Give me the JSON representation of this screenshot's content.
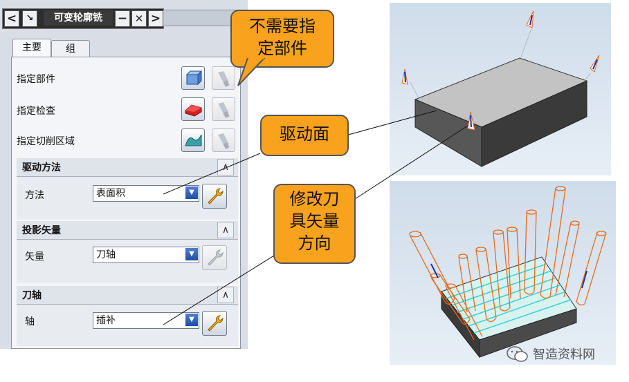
{
  "window": {
    "title": "可变轮廓铣",
    "nav_left": "<",
    "nav_right": ">",
    "pin_icon": "pin-icon",
    "minimize": "−",
    "close": "✕"
  },
  "tabs": [
    {
      "label": "主要",
      "active": true
    },
    {
      "label": "组",
      "active": false
    }
  ],
  "geometry_rows": [
    {
      "label": "指定部件",
      "icon": "part-icon",
      "icon_color": "#6ea0e0"
    },
    {
      "label": "指定检查",
      "icon": "check-icon",
      "icon_color": "#d32020"
    },
    {
      "label": "指定切削区域",
      "icon": "cut-area-icon",
      "icon_color": "#3aa0a8"
    }
  ],
  "sections": {
    "drive": {
      "title": "驱动方法",
      "field_label": "方法",
      "value": "表面积"
    },
    "projection": {
      "title": "投影矢量",
      "field_label": "矢量",
      "value": "刀轴"
    },
    "tool_axis": {
      "title": "刀轴",
      "field_label": "轴",
      "value": "插补"
    }
  },
  "callouts": {
    "no_part": "不需要指定部件",
    "drive_surface": "驱动面",
    "modify_axis": "修改刀具矢量方向"
  },
  "watermark": {
    "text": "智造资料网",
    "icon": "wechat-icon"
  },
  "colors": {
    "callout": "#f9a21e",
    "tool": "#e86a1a",
    "drive_lines": "#3ad0d8"
  }
}
